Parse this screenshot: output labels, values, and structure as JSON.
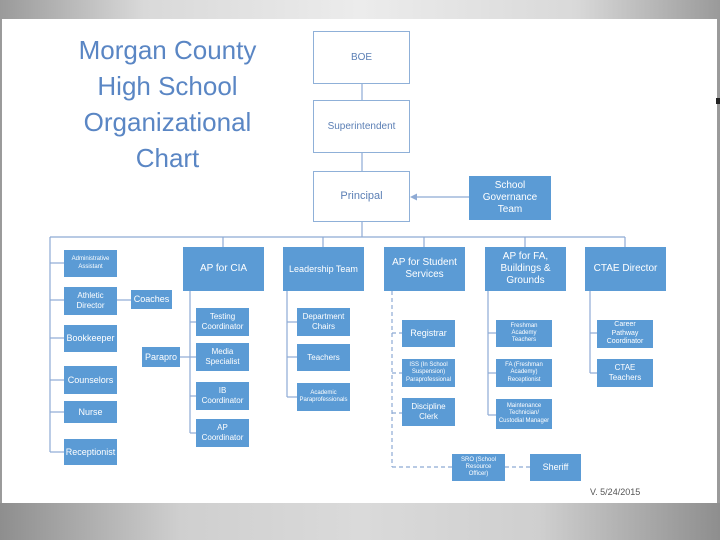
{
  "title": "Morgan County High School Organizational Chart",
  "version": "V. 5/24/2015",
  "nodes": {
    "boe": "BOE",
    "superintendent": "Superintendent",
    "principal": "Principal",
    "governance": "School Governance Team",
    "admin_assistant": "Administrative Assistant",
    "athletic_director": "Athletic Director",
    "coaches": "Coaches",
    "bookkeeper": "Bookkeeper",
    "counselors": "Counselors",
    "nurse": "Nurse",
    "receptionist": "Receptionist",
    "ap_cia": "AP for CIA",
    "testing": "Testing Coordinator",
    "parapro": "Parapro",
    "media": "Media Specialist",
    "ib": "IB Coordinator",
    "ap_coord": "AP Coordinator",
    "leadership": "Leadership Team",
    "dept_chairs": "Department Chairs",
    "teachers": "Teachers",
    "academic_para": "Academic Paraprofessionals",
    "ap_student": "AP for Student Services",
    "registrar": "Registrar",
    "iss": "ISS (In School Suspension) Paraprofessional",
    "discipline": "Discipline Clerk",
    "sro": "SRO (School Resource Officer)",
    "sheriff": "Sheriff",
    "ap_fa": "AP for FA, Buildings & Grounds",
    "freshman_teachers": "Freshman Academy Teachers",
    "freshman_receptionist": "FA (Freshman Academy) Receptionist",
    "maintenance": "Maintenance Technician/ Custodial Manager",
    "ctae_director": "CTAE Director",
    "career_pathway": "Career Pathway Coordinator",
    "ctae_teachers": "CTAE Teachers"
  }
}
